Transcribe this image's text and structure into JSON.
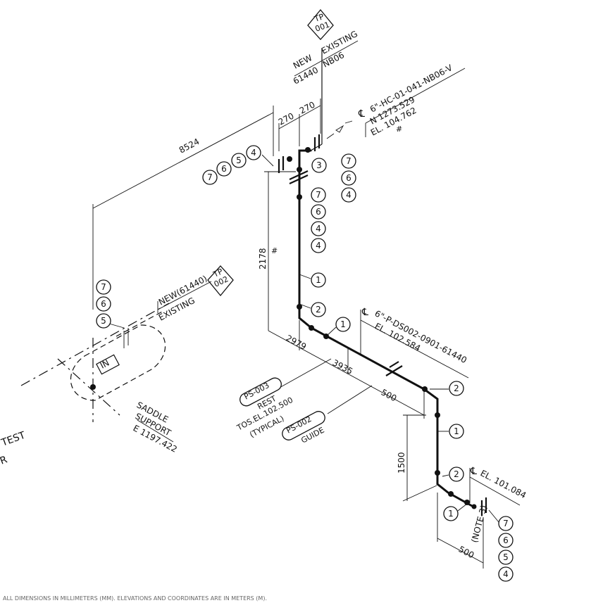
{
  "drawing": {
    "tie_points": {
      "tp001": {
        "line1": "TP",
        "line2": "001"
      },
      "tp002": {
        "line1": "TP",
        "line2": "002"
      }
    },
    "tie_in_top": {
      "new": "NEW",
      "existing": "EXISTING",
      "new_line": "61440",
      "existing_line": "NB06"
    },
    "tie_in_left": {
      "new": "NEW(61440)",
      "existing": "EXISTING"
    },
    "line_top": {
      "cl": "℄",
      "line_no": "6\"-HC-01-041-NB06-V",
      "north": "N 1273.529",
      "elev": "EL. 104.762",
      "mark": "#"
    },
    "line_mid": {
      "cl": "℄",
      "line_no": "6\"-P-DS002-0901-61440",
      "elev": "EL. 102.584"
    },
    "line_low": {
      "cl": "℄",
      "elev": "EL. 101.084"
    },
    "dims": {
      "d8524": "8524",
      "d270a": "270",
      "d270b": "270",
      "d2178": "2178",
      "d2178_mark": "#",
      "d2979": "2979",
      "d3935": "3935",
      "d500a": "500",
      "d1500": "1500",
      "d500b": "500"
    },
    "supports": {
      "ps003": {
        "tag": "PS-003",
        "type": "REST",
        "tos": "TOS.EL.102.500",
        "note": "(TYPICAL)"
      },
      "ps002": {
        "tag": "PS-002",
        "type": "GUIDE"
      }
    },
    "vessel": {
      "in_box": "IN",
      "saddle1": "SADDLE",
      "saddle2": "SUPPORT",
      "elev": "E 1197.422"
    },
    "edge_left": {
      "word1": "TEST",
      "word2": "R"
    },
    "note_flange": "(NOTE-3)",
    "balloons": {
      "b1": "7",
      "b2": "6",
      "b3": "5",
      "b4": "4",
      "b5": "3",
      "b6": "7",
      "b7": "6",
      "b8": "4",
      "b9": "7",
      "b10": "6",
      "b11": "4",
      "b12": "4",
      "b13": "1",
      "b14": "2",
      "b15": "7",
      "b16": "6",
      "b17": "5",
      "b18": "1",
      "b19": "2",
      "b20": "1",
      "b21": "2",
      "b22": "1",
      "b23": "7",
      "b24": "6",
      "b25": "5",
      "b26": "4"
    },
    "footnote": "ALL DIMENSIONS IN MILLIMETERS (MM). ELEVATIONS AND COORDINATES ARE IN METERS (M)."
  }
}
